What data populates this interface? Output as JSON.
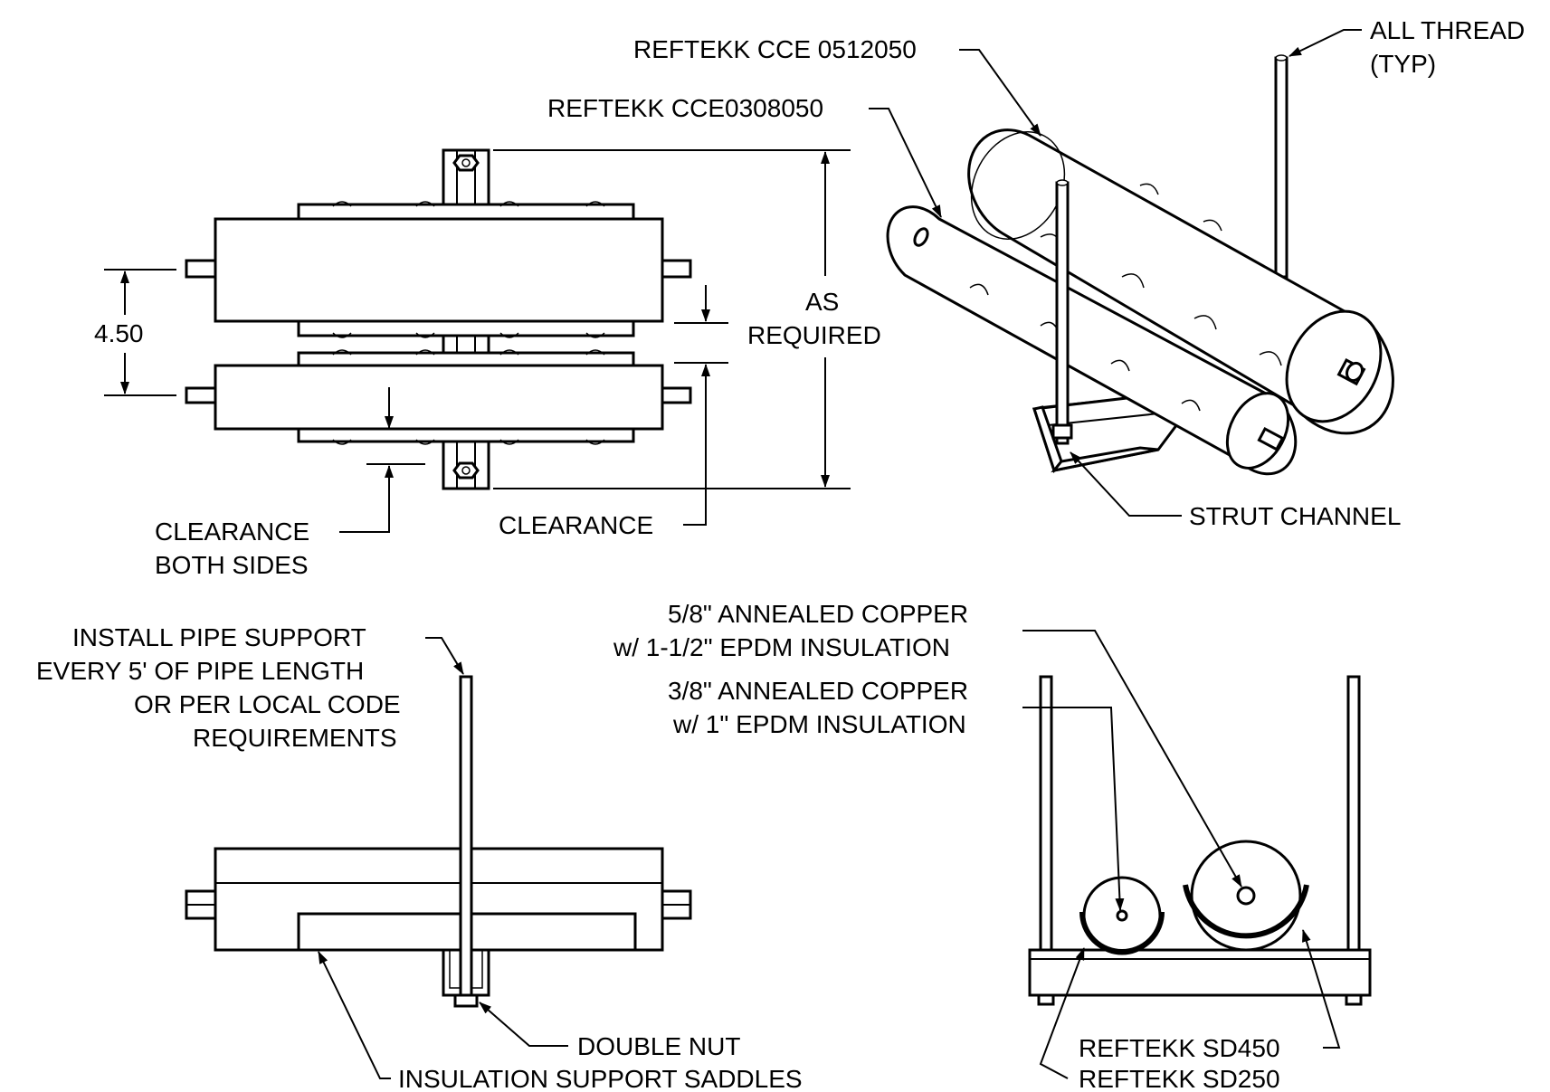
{
  "colors": {
    "ink": "#000000",
    "paper": "#ffffff"
  },
  "top_left_view": {
    "dim_spacing": "4.50",
    "dim_height_line1": "AS",
    "dim_height_line2": "REQUIRED",
    "clearance_right": "CLEARANCE",
    "clearance_left_line1": "CLEARANCE",
    "clearance_left_line2": "BOTH SIDES"
  },
  "iso_view": {
    "label_large_pipe": "REFTEKK CCE 0512050",
    "label_small_pipe": "REFTEKK CCE0308050",
    "label_all_thread_line1": "ALL THREAD",
    "label_all_thread_line2": "(TYP)",
    "label_strut": "STRUT CHANNEL"
  },
  "side_view": {
    "note_line1": "INSTALL PIPE SUPPORT",
    "note_line2": "EVERY 5' OF PIPE LENGTH",
    "note_line3": "OR PER LOCAL CODE",
    "note_line4": "REQUIREMENTS",
    "label_double_nut": "DOUBLE NUT",
    "label_saddles": "INSULATION SUPPORT SADDLES"
  },
  "end_view": {
    "large_line1": "5/8\" ANNEALED COPPER",
    "large_line2": "w/ 1-1/2\" EPDM INSULATION",
    "small_line1": "3/8\" ANNEALED COPPER",
    "small_line2": "w/ 1\" EPDM INSULATION",
    "saddle_large": "REFTEKK SD450",
    "saddle_small": "REFTEKK SD250"
  }
}
